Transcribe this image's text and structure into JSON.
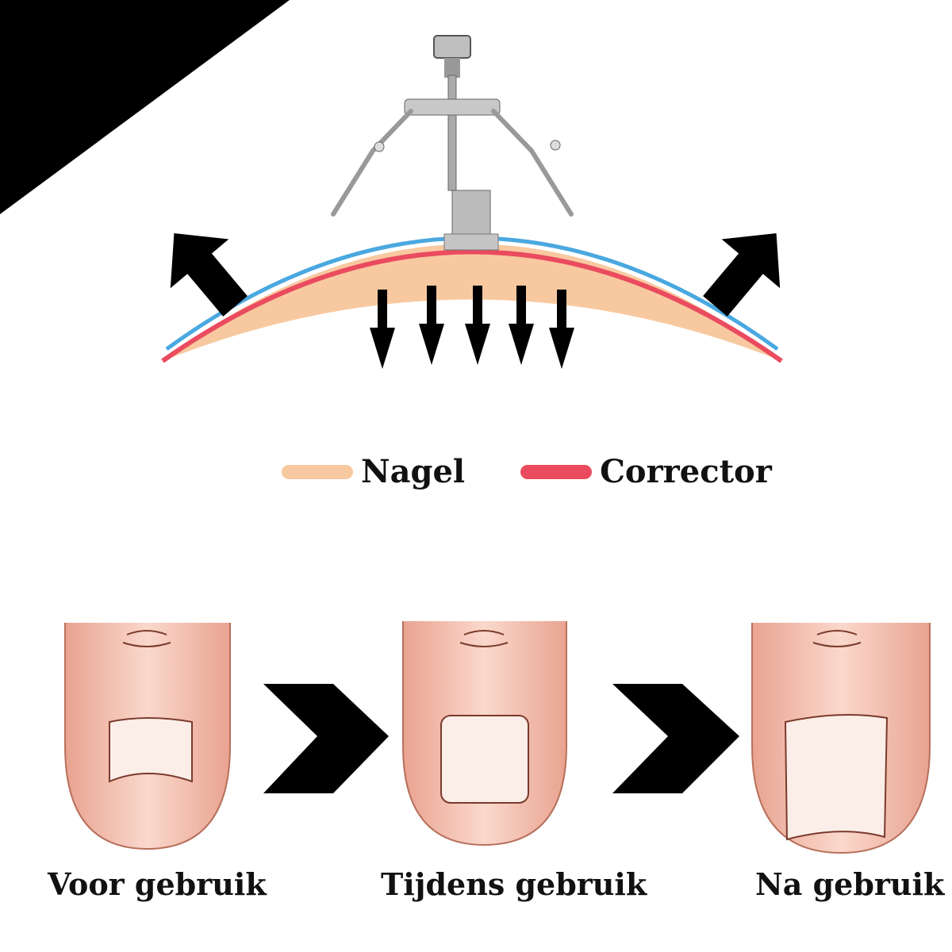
{
  "diagram": {
    "legend": [
      {
        "label": "Nagel",
        "color": "#f8c9a0"
      },
      {
        "label": "Corrector",
        "color": "#ea4b5e"
      }
    ],
    "colors": {
      "nail": "#f8c9a0",
      "corrector": "#ea4b5e",
      "top_line": "#4aa8e0",
      "arrows": "#000000",
      "skin": "#f5c4b4",
      "skin_outline": "#b8705c"
    },
    "stages": [
      {
        "label": "Voor gebruik"
      },
      {
        "label": "Tijdens gebruik"
      },
      {
        "label": "Na gebruik"
      }
    ]
  }
}
